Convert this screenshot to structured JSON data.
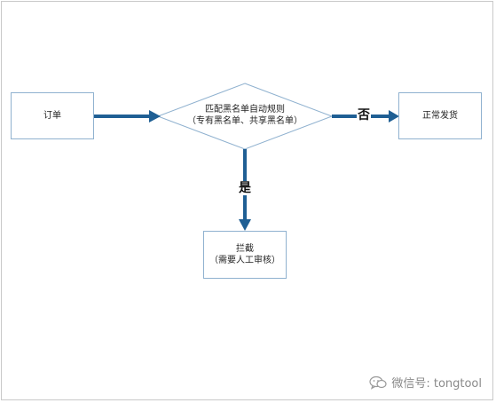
{
  "nodes": {
    "order": "订单",
    "rule_check_line1": "匹配黑名单自动规则",
    "rule_check_line2": "（专有黑名单、共享黑名单）",
    "normal_ship": "正常发货",
    "block_line1": "拦截",
    "block_line2": "（需要人工审核）"
  },
  "edges": {
    "no_label": "否",
    "yes_label": "是"
  },
  "watermark": {
    "icon": "wechat-icon",
    "text": "微信号: tongtool"
  },
  "colors": {
    "arrow": "#1f5f94",
    "box_border": "#8fb1cf"
  }
}
